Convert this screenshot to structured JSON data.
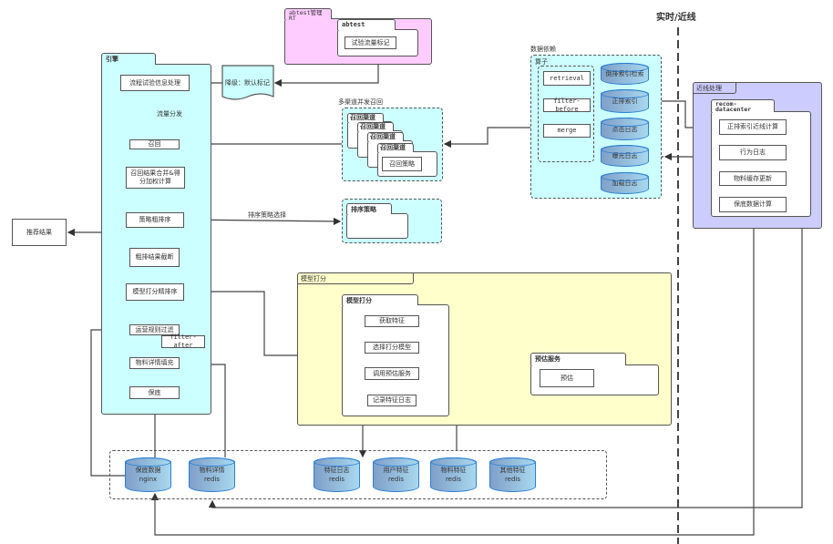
{
  "colors": {
    "engine": "#ccffff",
    "abtest": "#ffccff",
    "model": "#ffffcc",
    "nearline": "#ccccff",
    "cylinder": "#2a7fd4"
  },
  "abtest": {
    "outer": "abtest管理 RT",
    "inner": "abtest",
    "mark": "试验流量标记"
  },
  "degrade": "降级：默认标记",
  "engine": {
    "title": "引擎",
    "steps": [
      "流程试验信息处理",
      "召回",
      "召回结果合并&得分加权计算",
      "策略粗排序",
      "粗排结果截断",
      "模型打分精排序",
      "运营规则过滤",
      "物料详情填充",
      "保底"
    ],
    "flow_label": "流量分发",
    "filter_after": "filter-after"
  },
  "result": "推荐结果",
  "recall": {
    "label": "多渠道并发召回",
    "channel": "召回渠道",
    "strategy": "召回策略"
  },
  "sort": {
    "label": "排序策略选择",
    "title": "排序策略"
  },
  "model": {
    "outer": "模型打分",
    "inner": "模型打分",
    "steps": [
      "获取特征",
      "选择打分模型",
      "调用预估服务",
      "记录特征日志"
    ]
  },
  "predict": {
    "title": "预估服务",
    "item": "预估"
  },
  "datadep": {
    "label": "数据依赖",
    "ops_title": "算子",
    "ops": [
      "retrieval",
      "filter-before",
      "merge"
    ],
    "stores": [
      "倒排索引检索",
      "正排索引",
      "点击日志",
      "曝光日志",
      "加载日志"
    ]
  },
  "divider": "实时/近线",
  "nearline": {
    "title": "近线处理",
    "pkg": "recom-datacenter",
    "items": [
      "正排索引近线计算",
      "行为日志",
      "物料缓存更新",
      "保底数据计算"
    ]
  },
  "storage": [
    {
      "name": "保底数据",
      "type": "nginx"
    },
    {
      "name": "物料详情",
      "type": "redis"
    },
    {
      "name": "特征日志",
      "type": "redis"
    },
    {
      "name": "用户特征",
      "type": "redis"
    },
    {
      "name": "物料特征",
      "type": "redis"
    },
    {
      "name": "其他特征",
      "type": "redis"
    }
  ]
}
